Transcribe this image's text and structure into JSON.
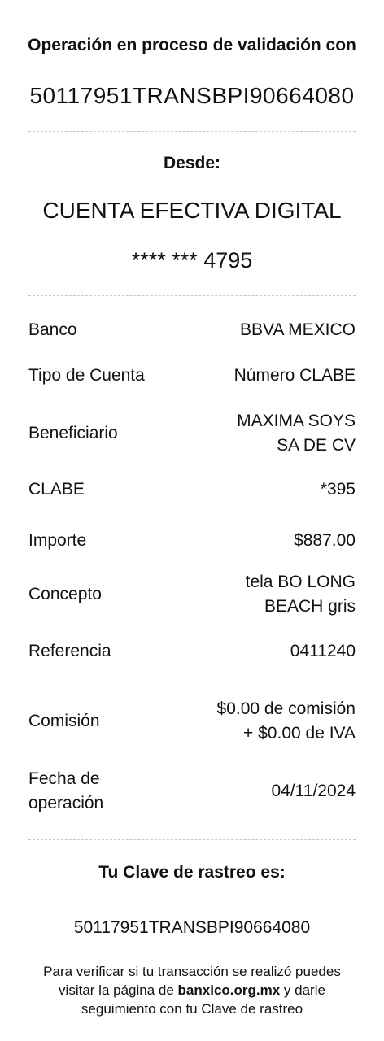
{
  "header": {
    "title": "Operación en proceso de validación con",
    "tracking_code": "50117951TRANSBPI90664080"
  },
  "source": {
    "label": "Desde:",
    "account_name": "CUENTA EFECTIVA DIGITAL",
    "account_mask": "**** *** 4795"
  },
  "details": [
    {
      "label": "Banco",
      "value": "BBVA MEXICO"
    },
    {
      "label": "Tipo de Cuenta",
      "value": "Número CLABE"
    },
    {
      "label": "Beneficiario",
      "value": "MAXIMA SOYS SA DE CV"
    },
    {
      "label": "CLABE",
      "value": "*395"
    },
    {
      "label": "Importe",
      "value": "$887.00"
    },
    {
      "label": "Concepto",
      "value": "tela BO LONG BEACH gris"
    },
    {
      "label": "Referencia",
      "value": "0411240"
    },
    {
      "label": "Comisión",
      "value": "$0.00 de comisión + $0.00 de IVA"
    },
    {
      "label": "Fecha de operación",
      "value": "04/11/2024"
    }
  ],
  "trace": {
    "title": "Tu Clave de rastreo es:",
    "code": "50117951TRANSBPI90664080"
  },
  "help": {
    "prefix": "Para verificar si tu transacción se realizó puedes visitar la página de",
    "site": "banxico.org.mx",
    "suffix": "y darle seguimiento con tu Clave de rastreo"
  }
}
